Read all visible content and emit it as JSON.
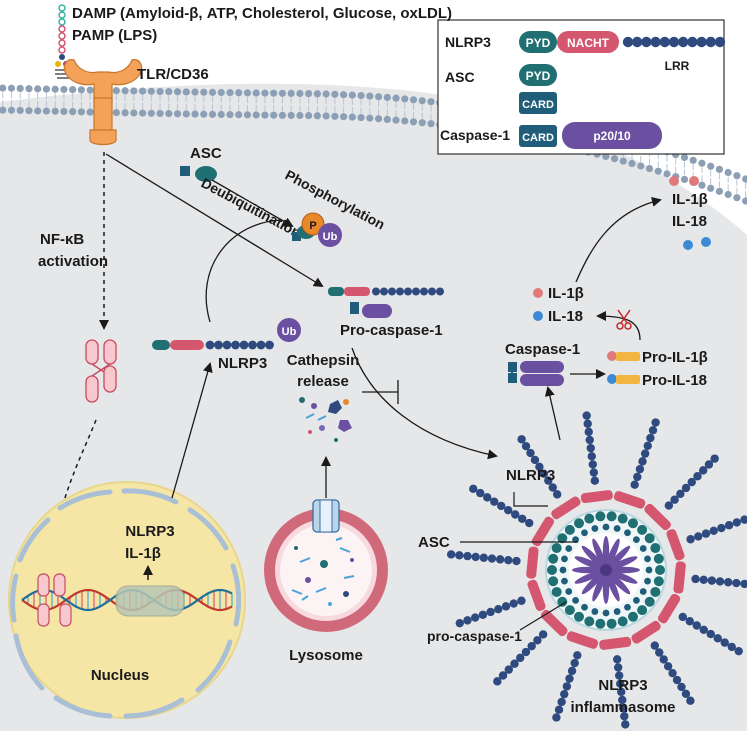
{
  "colors": {
    "cytoplasm": "#e6e7e9",
    "membrane_head": "#8d9fb5",
    "nucleus": "#f6e6a6",
    "nucleus_rim": "#a9bfd6",
    "teal": "#1f6f73",
    "nacht": "#d4566f",
    "lrr": "#2e4a7e",
    "purple": "#6b4fa0",
    "orange": "#e9872b",
    "lysosome": "#d0697a",
    "il1b_dot": "#e07a7a",
    "il18_dot": "#3a8ad6"
  },
  "labels": {
    "damp": "DAMP (Amyloid-β, ATP, Cholesterol, Glucose, oxLDL)",
    "pamp": "PAMP (LPS)",
    "tlr": "TLR/CD36",
    "nfkb_line1": "NF-κB",
    "nfkb_line2": "activation",
    "asc_top": "ASC",
    "deubiquitination": "Deubiquitination",
    "phosphorylation": "Phosphorylation",
    "p": "P",
    "ub": "Ub",
    "nlrp3_mid": "NLRP3",
    "pro_caspase1": "Pro-caspase-1",
    "cathepsin_line1": "Cathepsin",
    "cathepsin_line2": "release",
    "nucleus_gene1": "NLRP3",
    "nucleus_gene2": "IL-1β",
    "nucleus": "Nucleus",
    "lysosome": "Lysosome",
    "nlrp3_infl": "NLRP3",
    "asc_infl": "ASC",
    "pro_caspase1_infl": "pro-caspase-1",
    "inflammasome_line1": "NLRP3",
    "inflammasome_line2": "inflammasome",
    "caspase1": "Caspase-1",
    "pro_il1b": "Pro-IL-1β",
    "pro_il18": "Pro-IL-18",
    "il1b_mid": "IL-1β",
    "il18_mid": "IL-18",
    "il1b_out": "IL-1β",
    "il18_out": "IL-18"
  },
  "legend": {
    "nlrp3": "NLRP3",
    "asc": "ASC",
    "caspase1": "Caspase-1",
    "pyd": "PYD",
    "pyd2": "PYD",
    "nacht": "NACHT",
    "lrr": "LRR",
    "card": "CARD",
    "card2": "CARD",
    "p2010": "p20/10"
  }
}
